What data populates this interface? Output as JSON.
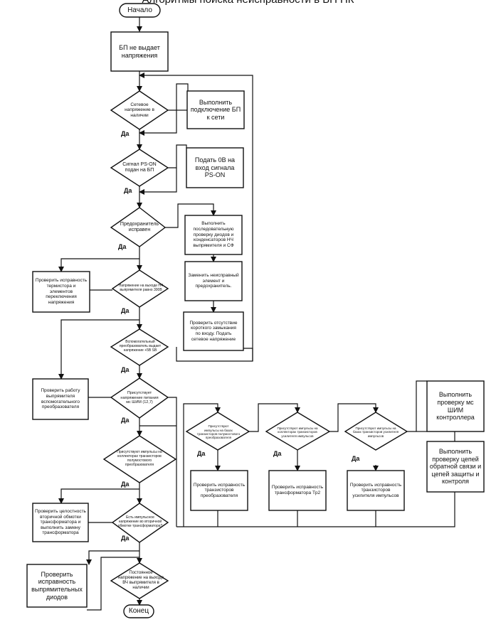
{
  "title": "Алгоритмы поиска неисправности в БП ПК",
  "yes_label": "Да",
  "nodes": {
    "start": "Начало",
    "end": "Конец",
    "no_voltage": "БП не выдает\nнапряжения",
    "q_mains": "Сетевое\nнапряжение в\nналичии",
    "a_connect": "Выполнить\nподключение БП\nк сети",
    "q_pson": "Сигнал PS-ON\nподан на БП",
    "a_pson": "Подать 0В на\nвход сигнала\nPS-ON",
    "q_fuse": "Предохранитель\nисправен",
    "a_check_diodes": "Выполнить\nпоследовательную\nпроверку диодов и\nконденсаторов НЧ\nвыпрямителя и СФ",
    "a_replace": "Заменить неисправный\nэлемент и\nпредохранитель.",
    "a_short_check": "Проверить отсутствие\nкороткого замыкания\nпо входу. Подать\nсетевое напряжение",
    "a_thermistor": "Проверить исправность\nтермистора и\nэлементов\nпереключения\nнапряжения",
    "q_300v": "Напряжение на выходе НЧ\nвыпрямителя равно 300В",
    "q_aux": "Вспомогательный\nпреобразователь выдает\nнапряжение +5В SB",
    "a_aux_rect": "Проверить работу\nвыпрямителя\nвспомогательного\nпреобразователя",
    "q_pwm_supply": "Присутствует\nнапряжение питания\nмс ШИМ (12,7)",
    "q_conv_pulses": "Присутствуют импульсы на\nколлекторах транзисторов\nполумостового\nпреобразователя",
    "a_secondary": "Проверить целостность\nвторичной обмотки\nтрансформатора и\nвыполнить замену\nтрансформатора",
    "q_secondary": "Есть импульсное\nнапряжение во вторичной\nобмотке трансформатора?",
    "a_rect_diodes": "Проверить\nисправность\nвыпрямительных\nдиодов",
    "q_dc_out": "Постоянное\nнапряжение на выходе\nВЧ выпрямителя в\nналичии",
    "q_conv_base": "Присутствуют\nимпульсы на базах\nтранзисторов полумостового\nпреобразователя",
    "a_conv_trans": "Проверить исправность\nтранзисторов\nпреобразователя",
    "q_tr2": "Присутствуют импульсы на\nколлекторах транзисторов\nусилителя импульсов",
    "a_tr2": "Проверить исправность\nтрансформатора Tp2",
    "q_amp_base": "Присутствуют импульсы на\nбазах транзисторов усилителя\nимпульсов",
    "a_amp_trans": "Проверить исправность\nтранзисторов\nусилителя импульсов",
    "a_pwm_check": "Выполнить\nпроверку мс\nШИМ\nконтроллера",
    "a_feedback": "Выполнить\nпроверку цепей\nобратной связи и\nцепей защиты и\nконтроля"
  }
}
